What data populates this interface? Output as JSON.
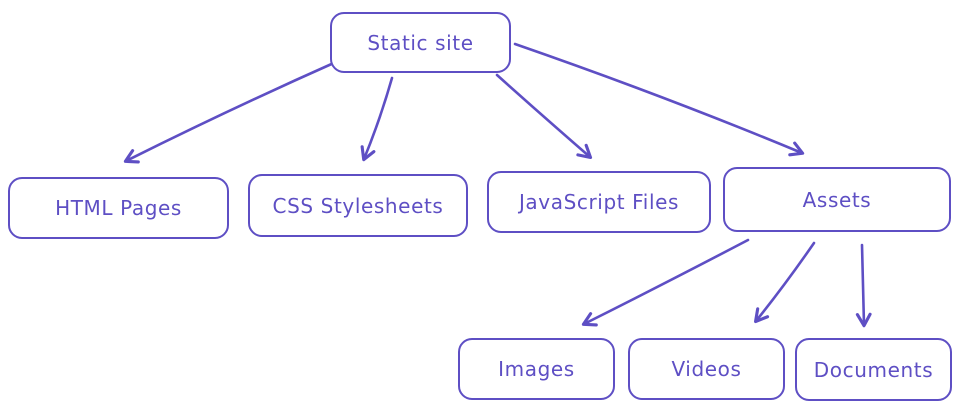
{
  "diagram": {
    "nodes": {
      "root": {
        "label": "Static site"
      },
      "html": {
        "label": "HTML Pages"
      },
      "css": {
        "label": "CSS Stylesheets"
      },
      "js": {
        "label": "JavaScript Files"
      },
      "assets": {
        "label": "Assets"
      },
      "images": {
        "label": "Images"
      },
      "videos": {
        "label": "Videos"
      },
      "documents": {
        "label": "Documents"
      }
    },
    "edges": [
      {
        "from": "Static site",
        "to": "HTML Pages"
      },
      {
        "from": "Static site",
        "to": "CSS Stylesheets"
      },
      {
        "from": "Static site",
        "to": "JavaScript Files"
      },
      {
        "from": "Static site",
        "to": "Assets"
      },
      {
        "from": "Assets",
        "to": "Images"
      },
      {
        "from": "Assets",
        "to": "Videos"
      },
      {
        "from": "Assets",
        "to": "Documents"
      }
    ],
    "colors": {
      "stroke": "#5e4fc4",
      "canvas_background": "#ffffff"
    }
  }
}
